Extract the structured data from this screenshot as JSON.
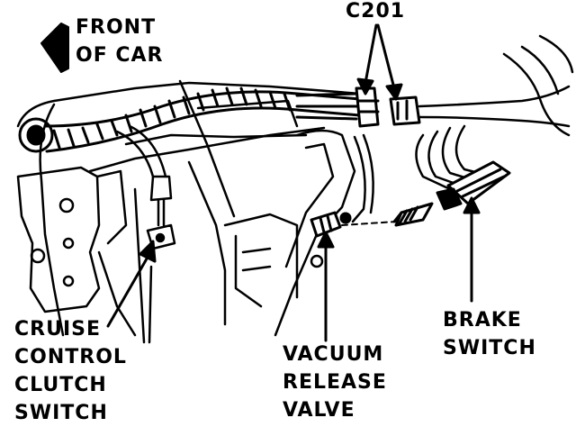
{
  "labels": {
    "front_of_car": [
      "FRONT",
      "OF CAR"
    ],
    "connector": "C201",
    "brake_switch": [
      "BRAKE",
      "SWITCH"
    ],
    "cruise_control_clutch_switch": [
      "CRUISE",
      "CONTROL",
      "CLUTCH",
      "SWITCH"
    ],
    "vacuum_release_valve": [
      "VACUUM",
      "RELEASE",
      "VALVE"
    ]
  },
  "icons": {
    "direction_arrow": "arrow-up-left-icon"
  },
  "colors": {
    "ink": "#000000",
    "paper": "#ffffff"
  }
}
